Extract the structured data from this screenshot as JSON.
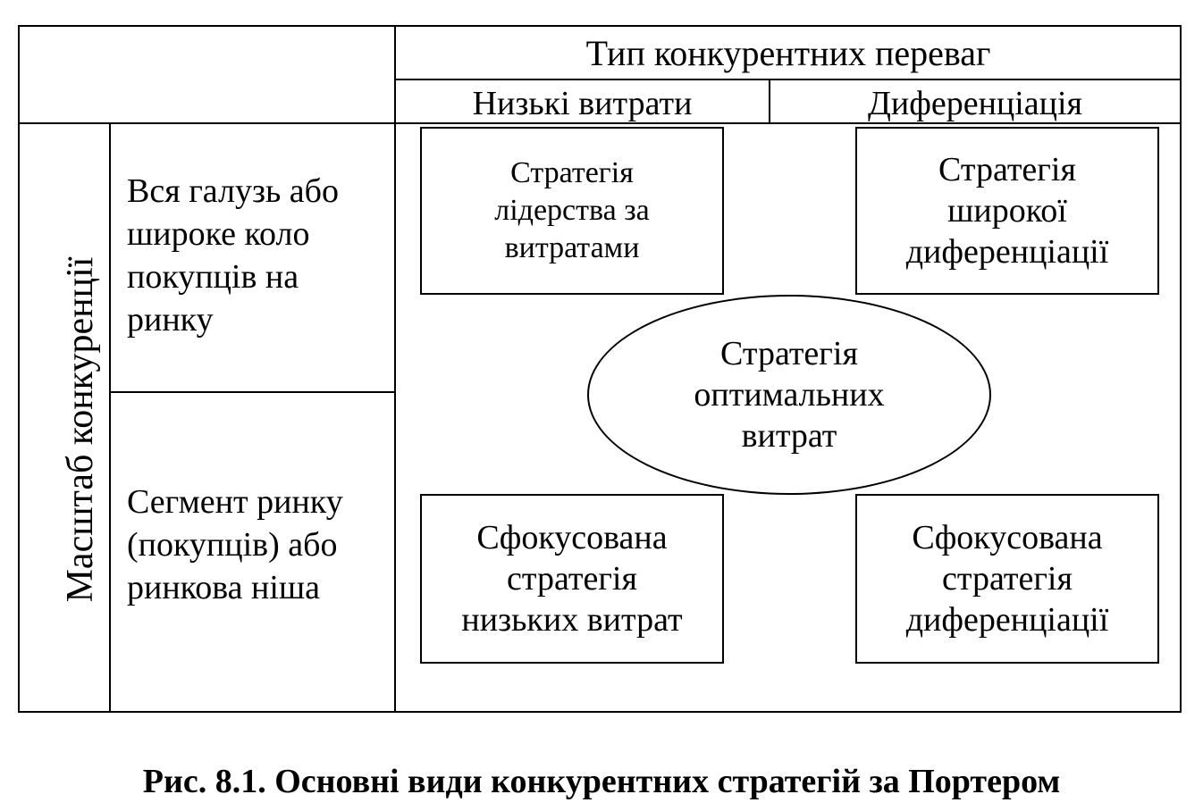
{
  "header": {
    "competitive_advantage_type": "Тип конкурентних переваг",
    "low_costs": "Низькі витрати",
    "differentiation": "Диференціація"
  },
  "axis": {
    "competition_scope": "Масштаб конкуренції"
  },
  "rows": {
    "broad": "Вся галузь або широке коло покупців на ринку",
    "narrow": "Сегмент ринку (покупців) або ринкова ніша"
  },
  "strategies": {
    "cost_leadership": "Стратегія\nлідерства за\nвитратами",
    "broad_differentiation": "Стратегія\nширокої\nдиференціації",
    "best_cost": "Стратегія\nоптимальних\nвитрат",
    "focused_low_cost": "Сфокусована\nстратегія\nнизьких витрат",
    "focused_differentiation": "Сфокусована\nстратегія\nдиференціації"
  },
  "caption": "Рис. 8.1. Основні види конкурентних стратегій за Портером"
}
